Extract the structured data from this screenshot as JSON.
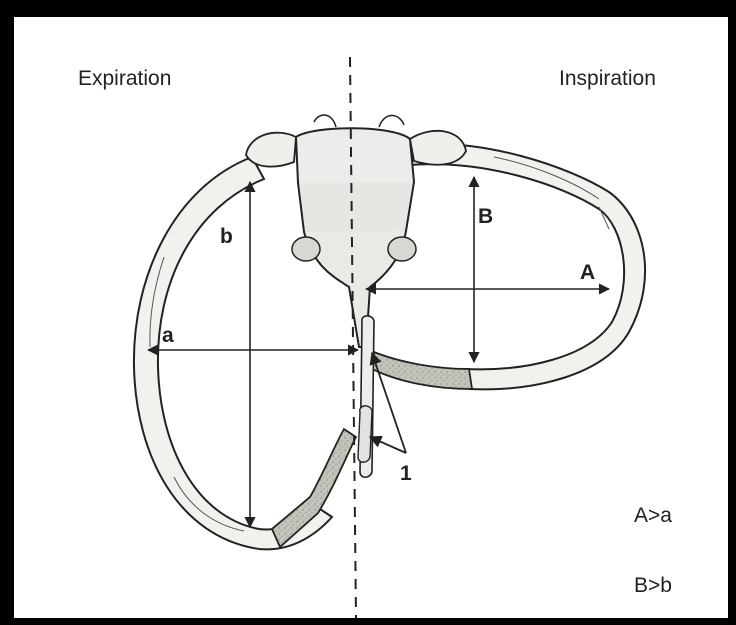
{
  "diagram": {
    "left_label": "Expiration",
    "right_label": "Inspiration",
    "dim_b": "b",
    "dim_a": "a",
    "dim_B": "B",
    "dim_A": "A",
    "callout": "1",
    "relation_1": "A>a",
    "relation_2": "B>b"
  },
  "colors": {
    "frame": "#000000",
    "background": "#ffffff",
    "line": "#222222",
    "bone_fill": "#f1f1ee",
    "cartilage_fill": "#bdbdb6"
  }
}
